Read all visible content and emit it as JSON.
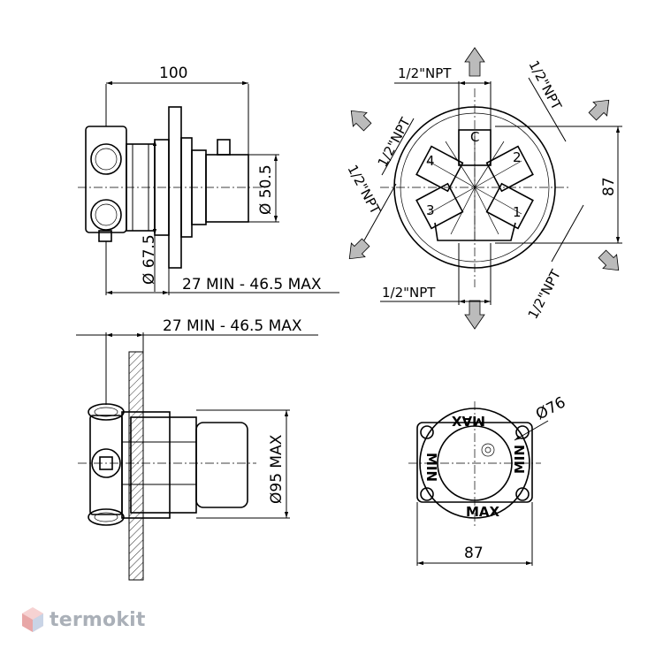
{
  "top_left_view": {
    "width_dim": "100",
    "diameter_small": "Ø 50.5",
    "diameter_large": "Ø 67.5",
    "wall_range": "27 MIN - 46.5 MAX"
  },
  "top_right_view": {
    "npt_top": "1/2\"NPT",
    "npt_bottom": "1/2\"NPT",
    "npt_upper_left": "1/2\"NPT",
    "npt_left": "1/2\"NPT",
    "npt_upper_right": "1/2\"NPT",
    "npt_lower_right": "1/2\"NPT",
    "height_dim": "87",
    "port_labels": [
      "C",
      "2",
      "1",
      "3",
      "4"
    ]
  },
  "bottom_left_view": {
    "wall_range": "27 MIN - 46.5 MAX",
    "diameter_max": "Ø95 MAX"
  },
  "bottom_right_view": {
    "diameter": "Ø76",
    "width_dim": "87",
    "max_label": "MAX",
    "min_label": "MIN"
  },
  "brand": {
    "logo_text": "termokit"
  }
}
